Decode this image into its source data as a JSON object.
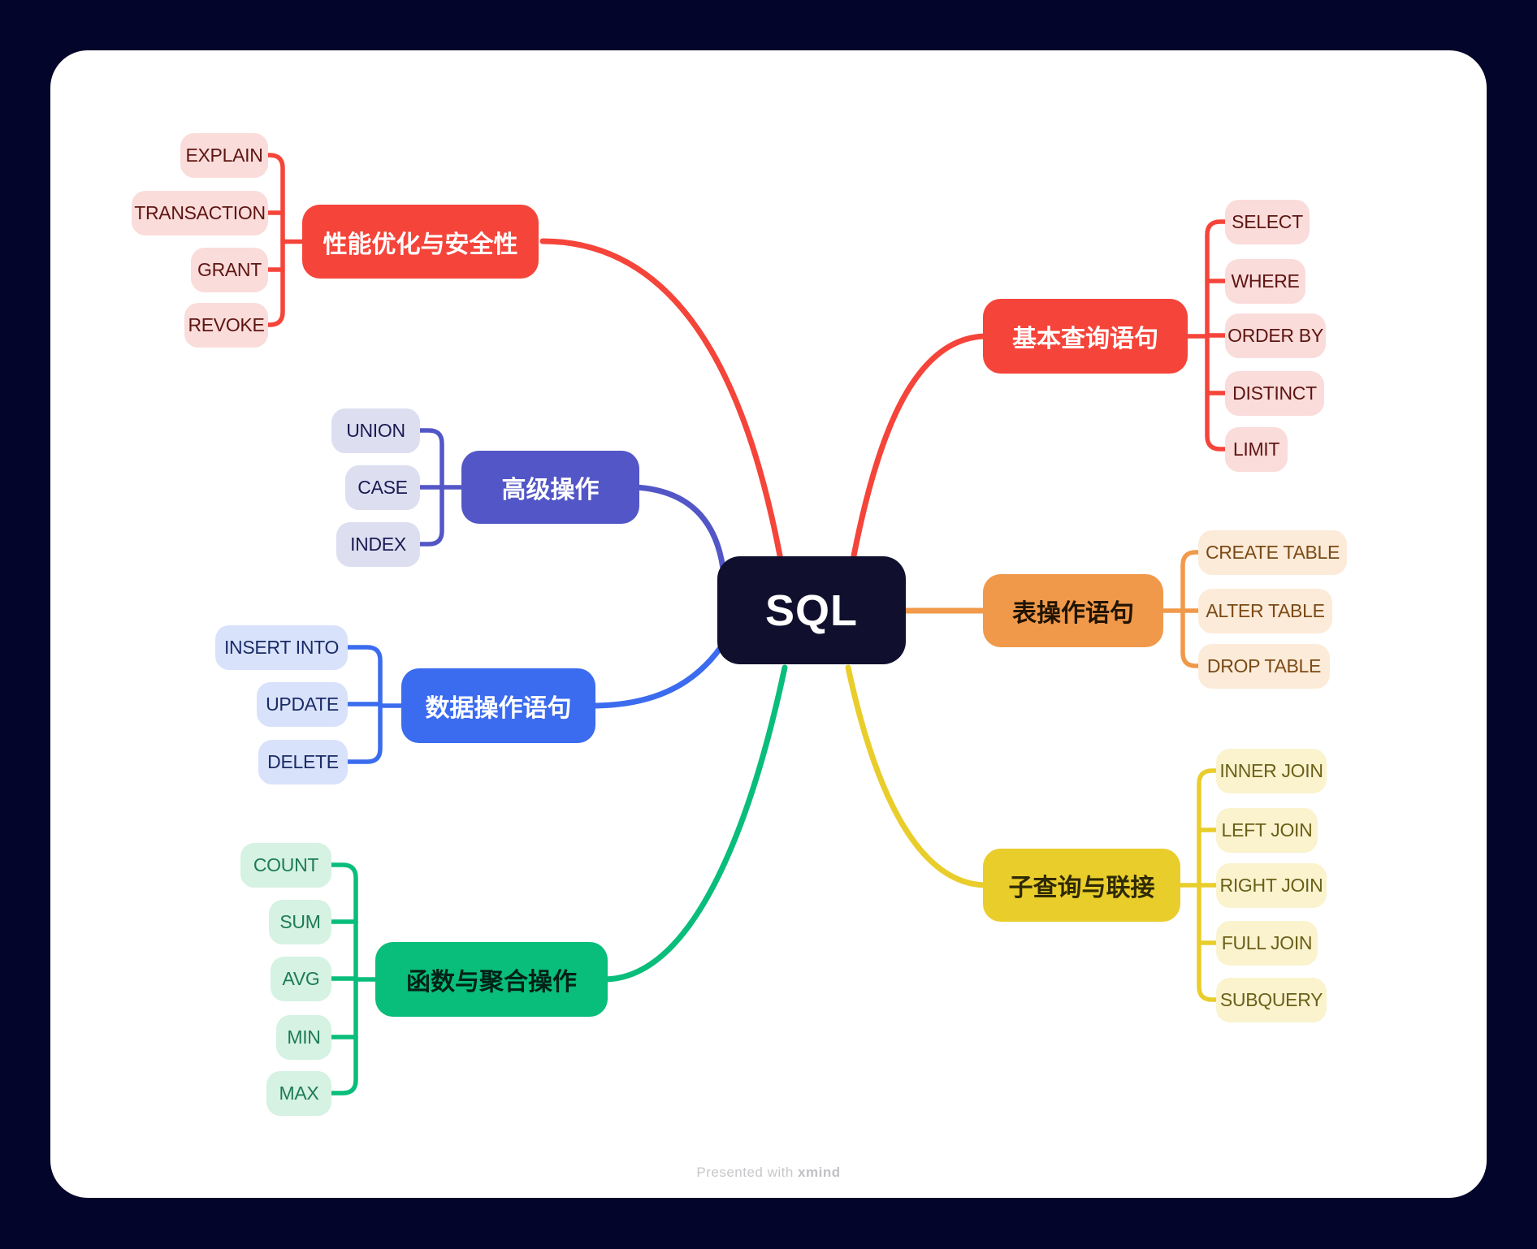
{
  "colors": {
    "page_background": "#04052A",
    "canvas_surface": "#FFFFFF"
  },
  "root": {
    "label": "SQL",
    "bg": "#10102E",
    "text": "#FFFFFF"
  },
  "branches": [
    {
      "key": "perf-security",
      "label": "性能优化与安全性",
      "side": "left",
      "color": "#F5443A",
      "node_text": "#FFFFFF",
      "child_bg": "#FADCDA",
      "child_text": "#5E1511",
      "children": [
        {
          "slug": "explain",
          "label": "EXPLAIN"
        },
        {
          "slug": "transaction",
          "label": "TRANSACTION"
        },
        {
          "slug": "grant",
          "label": "GRANT"
        },
        {
          "slug": "revoke",
          "label": "REVOKE"
        }
      ]
    },
    {
      "key": "advanced-ops",
      "label": "高级操作",
      "side": "left",
      "color": "#5356C6",
      "node_text": "#FFFFFF",
      "child_bg": "#DDDEF0",
      "child_text": "#1B1A52",
      "children": [
        {
          "slug": "union",
          "label": "UNION"
        },
        {
          "slug": "case",
          "label": "CASE"
        },
        {
          "slug": "index",
          "label": "INDEX"
        }
      ]
    },
    {
      "key": "data-ops",
      "label": "数据操作语句",
      "side": "left",
      "color": "#3B6BEE",
      "node_text": "#FFFFFF",
      "child_bg": "#D9E2FB",
      "child_text": "#1A2B66",
      "children": [
        {
          "slug": "insert-into",
          "label": "INSERT INTO"
        },
        {
          "slug": "update",
          "label": "UPDATE"
        },
        {
          "slug": "delete",
          "label": "DELETE"
        }
      ]
    },
    {
      "key": "functions-aggregates",
      "label": "函数与聚合操作",
      "side": "left",
      "color": "#09BD7A",
      "node_text": "#032117",
      "child_bg": "#D5F2E3",
      "child_text": "#1E7B52",
      "children": [
        {
          "slug": "count",
          "label": "COUNT"
        },
        {
          "slug": "sum",
          "label": "SUM"
        },
        {
          "slug": "avg",
          "label": "AVG"
        },
        {
          "slug": "min",
          "label": "MIN"
        },
        {
          "slug": "max",
          "label": "MAX"
        }
      ]
    },
    {
      "key": "basic-query",
      "label": "基本查询语句",
      "side": "right",
      "color": "#F5443A",
      "node_text": "#FFFFFF",
      "child_bg": "#FADCDA",
      "child_text": "#5E1511",
      "children": [
        {
          "slug": "select",
          "label": "SELECT"
        },
        {
          "slug": "where",
          "label": "WHERE"
        },
        {
          "slug": "order-by",
          "label": "ORDER BY"
        },
        {
          "slug": "distinct",
          "label": "DISTINCT"
        },
        {
          "slug": "limit",
          "label": "LIMIT"
        }
      ]
    },
    {
      "key": "table-ops",
      "label": "表操作语句",
      "side": "right",
      "color": "#F0994A",
      "node_text": "#211403",
      "child_bg": "#FCEBD8",
      "child_text": "#7B4A16",
      "children": [
        {
          "slug": "create-table",
          "label": "CREATE TABLE"
        },
        {
          "slug": "alter-table",
          "label": "ALTER TABLE"
        },
        {
          "slug": "drop-table",
          "label": "DROP TABLE"
        }
      ]
    },
    {
      "key": "subquery-joins",
      "label": "子查询与联接",
      "side": "right",
      "color": "#E9CD2B",
      "node_text": "#2F2A05",
      "child_bg": "#FAF3CE",
      "child_text": "#6B6019",
      "children": [
        {
          "slug": "inner-join",
          "label": "INNER JOIN"
        },
        {
          "slug": "left-join",
          "label": "LEFT JOIN"
        },
        {
          "slug": "right-join",
          "label": "RIGHT JOIN"
        },
        {
          "slug": "full-join",
          "label": "FULL JOIN"
        },
        {
          "slug": "subquery",
          "label": "SUBQUERY"
        }
      ]
    }
  ],
  "footer": {
    "text": "Presented with",
    "brand": "xmind"
  }
}
